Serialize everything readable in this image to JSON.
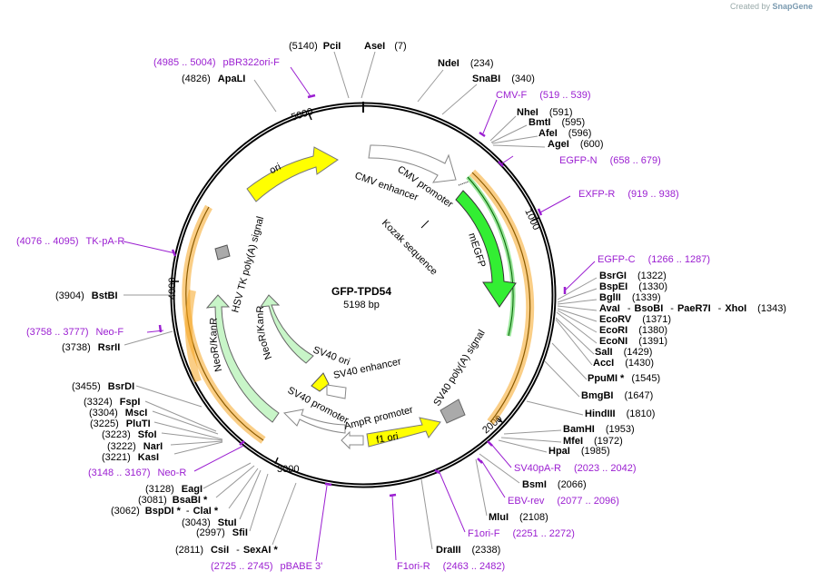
{
  "credit": {
    "prefix": "Created by",
    "brand": "SnapGene"
  },
  "plasmid": {
    "name": "GFP-TPD54",
    "size": "5198 bp"
  },
  "ticks": [
    "5000",
    "1000",
    "2000",
    "3000",
    "4000"
  ],
  "features": {
    "ori": "ori",
    "cmv_enhancer": "CMV enhancer",
    "cmv_promoter": "CMV promoter",
    "kozak": "Kozak sequence",
    "megfp": "mEGFP",
    "sv40_polya": "SV40 poly(A) signal",
    "f1_ori": "f1 ori",
    "ampr_promoter": "AmpR promoter",
    "sv40_promoter": "SV40 promoter",
    "sv40_ori": "SV40 ori",
    "sv40_enhancer": "SV40 enhancer",
    "neokanr_inner": "NeoR/KanR",
    "neokanr_outer": "NeoR/KanR",
    "hsv_tk": "HSV TK poly(A) signal"
  },
  "sites": [
    {
      "name": "PciI",
      "pos": "(5140)"
    },
    {
      "name": "AseI",
      "pos": "(7)"
    },
    {
      "name": "NdeI",
      "pos": "(234)"
    },
    {
      "name": "SnaBI",
      "pos": "(340)"
    },
    {
      "name": "NheI",
      "pos": "(591)"
    },
    {
      "name": "BmtI",
      "pos": "(595)"
    },
    {
      "name": "AfeI",
      "pos": "(596)"
    },
    {
      "name": "AgeI",
      "pos": "(600)"
    },
    {
      "name": "BsrGI",
      "pos": "(1322)"
    },
    {
      "name": "BspEI",
      "pos": "(1330)"
    },
    {
      "name": "BglII",
      "pos": "(1339)"
    },
    {
      "name": "AvaI",
      "pos": ""
    },
    {
      "name": "BsoBI",
      "pos": ""
    },
    {
      "name": "PaeR7I",
      "pos": ""
    },
    {
      "name": "XhoI",
      "pos": "(1343)"
    },
    {
      "name": "EcoRV",
      "pos": "(1371)"
    },
    {
      "name": "EcoRI",
      "pos": "(1380)"
    },
    {
      "name": "EcoNI",
      "pos": "(1391)"
    },
    {
      "name": "SalI",
      "pos": "(1429)"
    },
    {
      "name": "AccI",
      "pos": "(1430)"
    },
    {
      "name": "PpuMI *",
      "pos": "(1545)"
    },
    {
      "name": "BmgBI",
      "pos": "(1647)"
    },
    {
      "name": "HindIII",
      "pos": "(1810)"
    },
    {
      "name": "BamHI",
      "pos": "(1953)"
    },
    {
      "name": "MfeI",
      "pos": "(1972)"
    },
    {
      "name": "HpaI",
      "pos": "(1985)"
    },
    {
      "name": "BsmI",
      "pos": "(2066)"
    },
    {
      "name": "MluI",
      "pos": "(2108)"
    },
    {
      "name": "DraIII",
      "pos": "(2338)"
    },
    {
      "name": "CsiI",
      "pos": "(2811)"
    },
    {
      "name": "SexAI *",
      "pos": ""
    },
    {
      "name": "SfiI",
      "pos": "(2997)"
    },
    {
      "name": "StuI",
      "pos": "(3043)"
    },
    {
      "name": "BspDI *",
      "pos": "(3062)"
    },
    {
      "name": "ClaI *",
      "pos": ""
    },
    {
      "name": "BsaBI *",
      "pos": "(3081)"
    },
    {
      "name": "EagI",
      "pos": "(3128)"
    },
    {
      "name": "KasI",
      "pos": "(3221)"
    },
    {
      "name": "NarI",
      "pos": "(3222)"
    },
    {
      "name": "SfoI",
      "pos": "(3223)"
    },
    {
      "name": "PluTI",
      "pos": "(3225)"
    },
    {
      "name": "MscI",
      "pos": "(3304)"
    },
    {
      "name": "FspI",
      "pos": "(3324)"
    },
    {
      "name": "BsrDI",
      "pos": "(3455)"
    },
    {
      "name": "RsrII",
      "pos": "(3738)"
    },
    {
      "name": "BstBI",
      "pos": "(3904)"
    },
    {
      "name": "ApaLI",
      "pos": "(4826)"
    }
  ],
  "primers": [
    {
      "name": "pBR322ori-F",
      "range": "(4985 .. 5004)"
    },
    {
      "name": "CMV-F",
      "range": "(519 .. 539)"
    },
    {
      "name": "EGFP-N",
      "range": "(658 .. 679)"
    },
    {
      "name": "EXFP-R",
      "range": "(919 .. 938)"
    },
    {
      "name": "EGFP-C",
      "range": "(1266 .. 1287)"
    },
    {
      "name": "SV40pA-R",
      "range": "(2023 .. 2042)"
    },
    {
      "name": "EBV-rev",
      "range": "(2077 .. 2096)"
    },
    {
      "name": "F1ori-F",
      "range": "(2251 .. 2272)"
    },
    {
      "name": "F1ori-R",
      "range": "(2463 .. 2482)"
    },
    {
      "name": "pBABE 3'",
      "range": "(2725 .. 2745)"
    },
    {
      "name": "Neo-R",
      "range": "(3148 .. 3167)"
    },
    {
      "name": "Neo-F",
      "range": "(3758 .. 3777)"
    },
    {
      "name": "TK-pA-R",
      "range": "(4076 .. 4095)"
    }
  ],
  "colors": {
    "backbone": "#000000",
    "ori": "#ffff00",
    "megfp": "#33ee33",
    "neokanr": "#c8f5c8",
    "promoter": "#ffffff",
    "polya": "#aaaaaa",
    "orf_band": "#f5a623",
    "primer": "#9b1fd1"
  }
}
